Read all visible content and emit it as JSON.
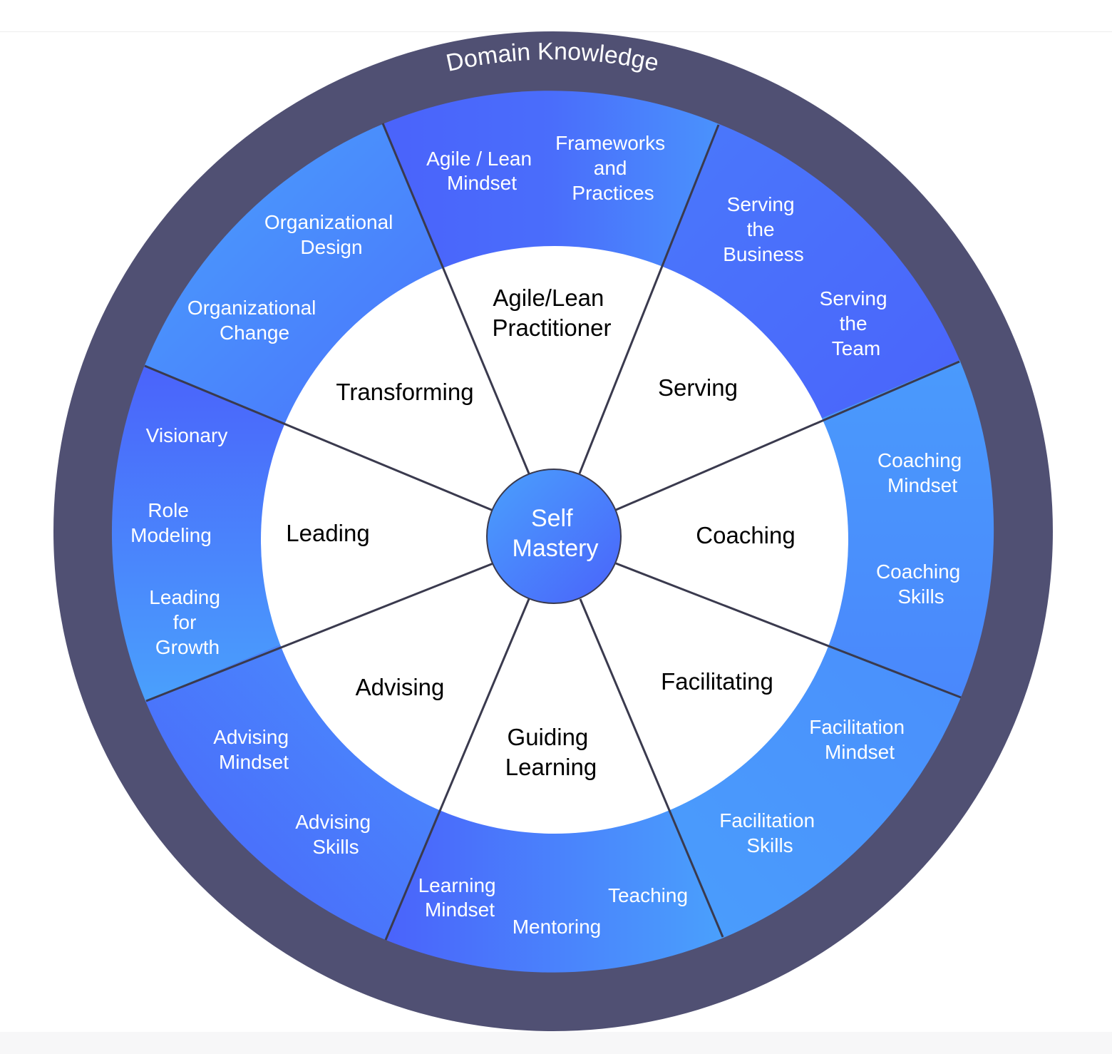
{
  "outer_ring_label": "Domain Knowledge",
  "center": [
    "Self",
    "Mastery"
  ],
  "roles": [
    {
      "key": "agile-lean-practitioner",
      "lines": [
        "Agile/Lean",
        "Practitioner"
      ]
    },
    {
      "key": "serving",
      "lines": [
        "Serving"
      ]
    },
    {
      "key": "coaching",
      "lines": [
        "Coaching"
      ]
    },
    {
      "key": "facilitating",
      "lines": [
        "Facilitating"
      ]
    },
    {
      "key": "guiding-learning",
      "lines": [
        "Guiding",
        "Learning"
      ]
    },
    {
      "key": "advising",
      "lines": [
        "Advising"
      ]
    },
    {
      "key": "leading",
      "lines": [
        "Leading"
      ]
    },
    {
      "key": "transforming",
      "lines": [
        "Transforming"
      ]
    }
  ],
  "competencies": [
    {
      "key": "agile-lean-mindset",
      "lines": [
        "Agile / Lean",
        "Mindset"
      ]
    },
    {
      "key": "frameworks-and-practices",
      "lines": [
        "Frameworks",
        "and",
        "Practices"
      ]
    },
    {
      "key": "serving-the-business",
      "lines": [
        "Serving",
        "the",
        "Business"
      ]
    },
    {
      "key": "serving-the-team",
      "lines": [
        "Serving",
        "the",
        "Team"
      ]
    },
    {
      "key": "coaching-mindset",
      "lines": [
        "Coaching",
        "Mindset"
      ]
    },
    {
      "key": "coaching-skills",
      "lines": [
        "Coaching",
        "Skills"
      ]
    },
    {
      "key": "facilitation-mindset",
      "lines": [
        "Facilitation",
        "Mindset"
      ]
    },
    {
      "key": "facilitation-skills",
      "lines": [
        "Facilitation",
        "Skills"
      ]
    },
    {
      "key": "teaching",
      "lines": [
        "Teaching"
      ]
    },
    {
      "key": "mentoring",
      "lines": [
        "Mentoring"
      ]
    },
    {
      "key": "learning-mindset",
      "lines": [
        "Learning",
        "Mindset"
      ]
    },
    {
      "key": "advising-skills",
      "lines": [
        "Advising",
        "Skills"
      ]
    },
    {
      "key": "advising-mindset",
      "lines": [
        "Advising",
        "Mindset"
      ]
    },
    {
      "key": "leading-for-growth",
      "lines": [
        "Leading",
        "for",
        "Growth"
      ]
    },
    {
      "key": "role-modeling",
      "lines": [
        "Role",
        "Modeling"
      ]
    },
    {
      "key": "visionary",
      "lines": [
        "Visionary"
      ]
    },
    {
      "key": "organizational-change",
      "lines": [
        "Organizational",
        "Change"
      ]
    },
    {
      "key": "organizational-design",
      "lines": [
        "Organizational",
        "Design"
      ]
    }
  ],
  "colors": {
    "outer_ring": "#505073",
    "gradient_light": "#4aa0fc",
    "gradient_dark": "#4a63fb",
    "spoke": "#3a3a4e",
    "role_text": "#000000",
    "skill_text": "#ffffff"
  }
}
